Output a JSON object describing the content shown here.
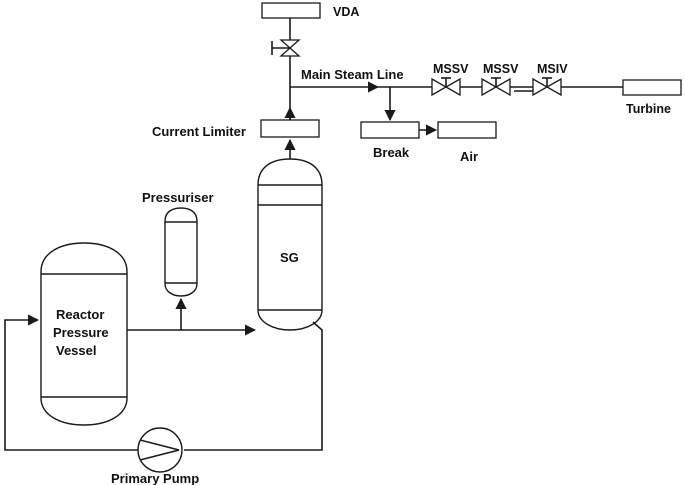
{
  "labels": {
    "vda": "VDA",
    "main_steam_line": "Main Steam Line",
    "mssv_1": "MSSV",
    "mssv_2": "MSSV",
    "msiv": "MSIV",
    "turbine": "Turbine",
    "current_limiter": "Current Limiter",
    "break": "Break",
    "air": "Air",
    "pressuriser": "Pressuriser",
    "sg": "SG",
    "reactor_line1": "Reactor",
    "reactor_line2": "Pressure",
    "reactor_line3": "Vessel",
    "primary_pump": "Primary Pump"
  },
  "colors": {
    "stroke": "#1a1a1a",
    "text": "#111111",
    "background": "#ffffff"
  }
}
